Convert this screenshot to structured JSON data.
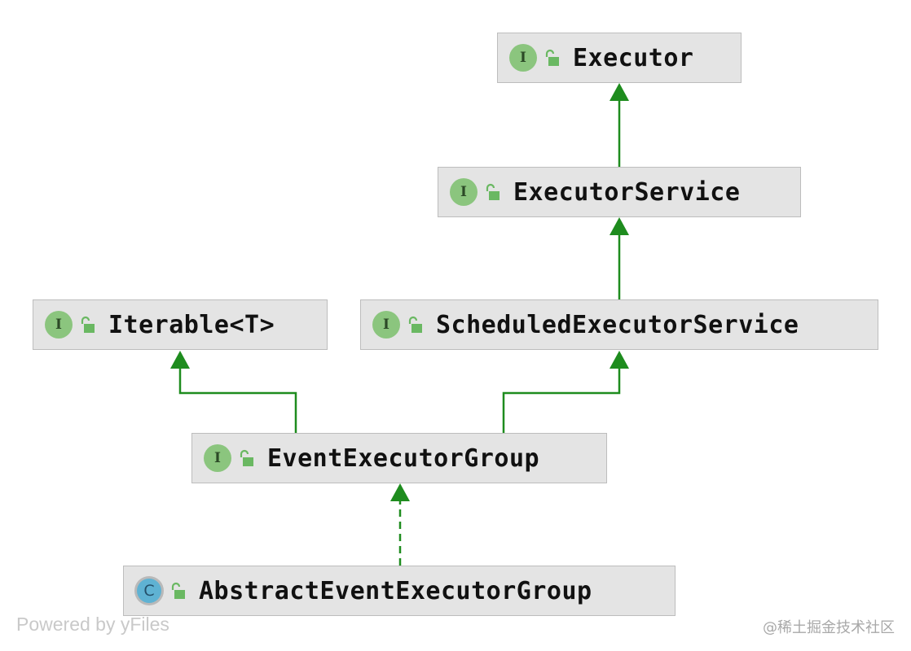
{
  "diagram": {
    "nodes": [
      {
        "id": "executor",
        "label": "Executor",
        "kind": "I"
      },
      {
        "id": "executor-service",
        "label": "ExecutorService",
        "kind": "I"
      },
      {
        "id": "iterable",
        "label": "Iterable<T>",
        "kind": "I"
      },
      {
        "id": "scheduled-executor-service",
        "label": "ScheduledExecutorService",
        "kind": "I"
      },
      {
        "id": "event-executor-group",
        "label": "EventExecutorGroup",
        "kind": "I"
      },
      {
        "id": "abstract-event-executor-group",
        "label": "AbstractEventExecutorGroup",
        "kind": "C"
      }
    ],
    "edges": [
      {
        "from": "executor-service",
        "to": "executor",
        "style": "solid"
      },
      {
        "from": "scheduled-executor-service",
        "to": "executor-service",
        "style": "solid"
      },
      {
        "from": "event-executor-group",
        "to": "iterable",
        "style": "solid"
      },
      {
        "from": "event-executor-group",
        "to": "scheduled-executor-service",
        "style": "solid"
      },
      {
        "from": "abstract-event-executor-group",
        "to": "event-executor-group",
        "style": "dashed"
      }
    ],
    "colors": {
      "node_fill": "#e4e4e4",
      "node_border": "#bdbdbd",
      "edge": "#1e8c1e",
      "interface_badge": "#8bc57e",
      "class_badge": "#5fb2d3",
      "lock": "#6ab862"
    }
  },
  "footer": {
    "powered_by": "Powered by yFiles",
    "watermark": "@稀土掘金技术社区"
  }
}
